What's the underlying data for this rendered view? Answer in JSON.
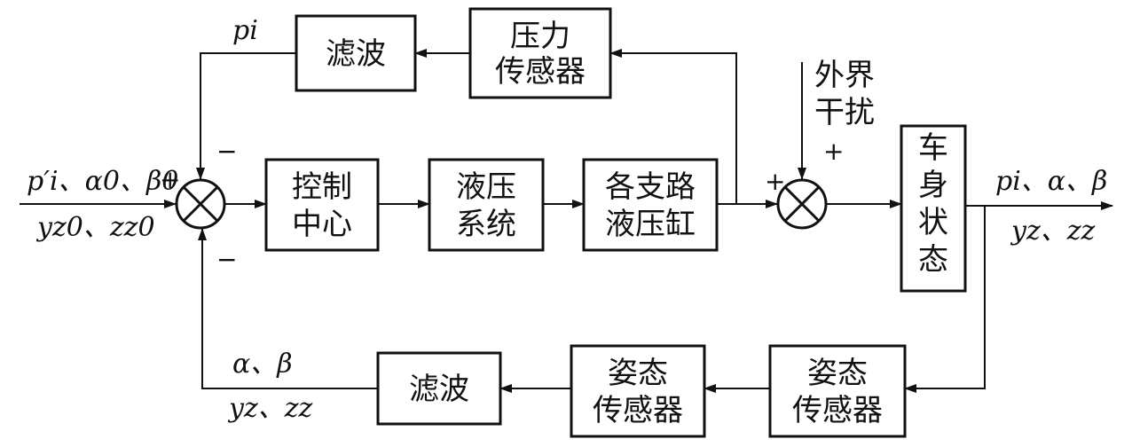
{
  "blocks": {
    "filter_top": "滤波",
    "pressure_sensor": [
      "压力",
      "传感器"
    ],
    "control_center": [
      "控制",
      "中心"
    ],
    "hydraulic_system": [
      "液压",
      "系统"
    ],
    "cylinders": [
      "各支路",
      "液压缸"
    ],
    "body_state": [
      "车",
      "身",
      "状",
      "态"
    ],
    "filter_bottom": "滤波",
    "attitude_sensor_left": [
      "姿态",
      "传感器"
    ],
    "attitude_sensor_right": [
      "姿态",
      "传感器"
    ]
  },
  "labels": {
    "input_top": "p′i、α0、β0",
    "input_bottom": "yz0、zz0",
    "top_feedback": "pi",
    "disturbance": [
      "外界",
      "干扰"
    ],
    "output_top": "pi、α、β",
    "output_bottom": "yz、zz",
    "bottom_feedback_top": "α、β",
    "bottom_feedback_bottom": "yz、zz"
  },
  "signs": {
    "sum1_left": "+",
    "sum1_top": "−",
    "sum1_bottom": "−",
    "sum2_left": "+",
    "sum2_top": "+"
  }
}
